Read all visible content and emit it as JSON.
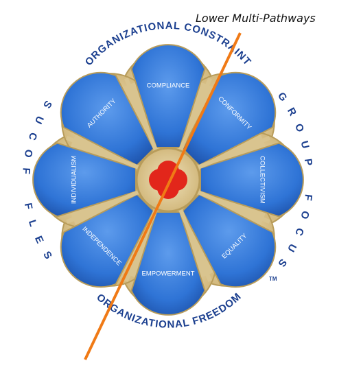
{
  "annotation": {
    "title": "Lower Multi-Pathways",
    "line_color": "#f07a16"
  },
  "wheel": {
    "outer_labels": {
      "top": "ORGANIZATIONAL CONSTRAINT",
      "bottom": "ORGANIZATIONAL FREEDOM",
      "left": "SELF FOCUS",
      "right": "GROUP FOCUS"
    },
    "petals": [
      "COMPLIANCE",
      "CONFORMITY",
      "COLLECTIVISM",
      "EQUALITY",
      "EMPOWERMENT",
      "INDEPENDENCE",
      "INDIVIDUALISM",
      "AUTHORITY"
    ],
    "trademark": "TM",
    "colors": {
      "petal_fill": "#2f74d6",
      "petal_dark": "#1c4fa6",
      "frame": "#d9c48f",
      "frame_edge": "#b89c5a",
      "center": "#e2261b",
      "label_text": "#1b3f8f"
    }
  }
}
